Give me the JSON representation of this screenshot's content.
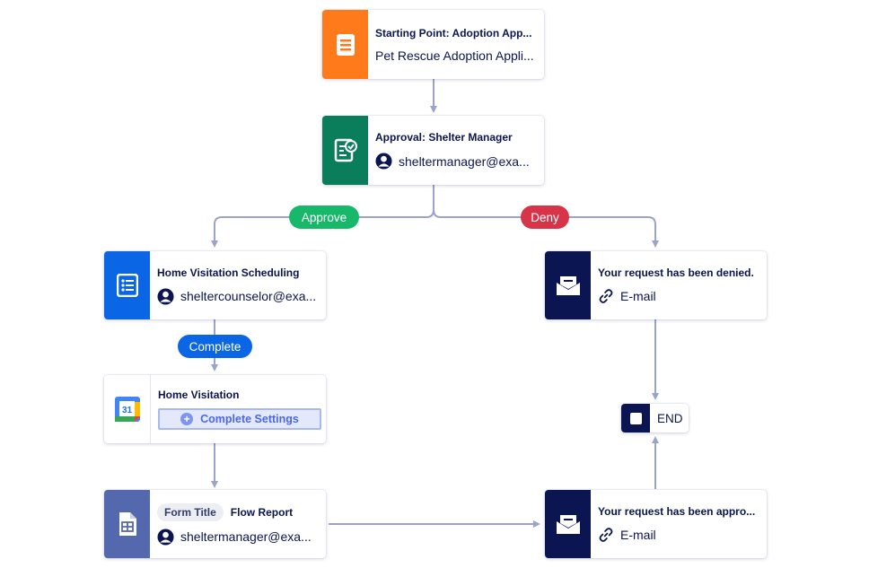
{
  "colors": {
    "connector": "#9aa3cc",
    "starting_point": "#ff7a1a",
    "approval": "#0a7d5a",
    "form_task": "#0a66e4",
    "report": "#5469ad",
    "email": "#0a1551",
    "approve_pill": "#18b86b",
    "deny_pill": "#d73349",
    "complete_pill": "#0a66e4"
  },
  "nodes": {
    "start": {
      "title": "Starting Point: Adoption App...",
      "sub": "Pet Rescue Adoption Appli..."
    },
    "approval": {
      "title": "Approval: Shelter Manager",
      "sub": "sheltermanager@exa..."
    },
    "home_scheduling": {
      "title": "Home Visitation Scheduling",
      "sub": "sheltercounselor@exa..."
    },
    "home_visitation": {
      "title": "Home Visitation",
      "button": "Complete Settings",
      "calendar_day": "31"
    },
    "flow_report": {
      "chip": "Form Title",
      "title": "Flow Report",
      "sub": "sheltermanager@exa..."
    },
    "denied_email": {
      "title": "Your request has been denied.",
      "sub": "E-mail"
    },
    "approved_email": {
      "title": "Your request has been appro...",
      "sub": "E-mail"
    },
    "end": {
      "label": "END"
    }
  },
  "branches": {
    "approve": "Approve",
    "deny": "Deny",
    "complete": "Complete"
  }
}
